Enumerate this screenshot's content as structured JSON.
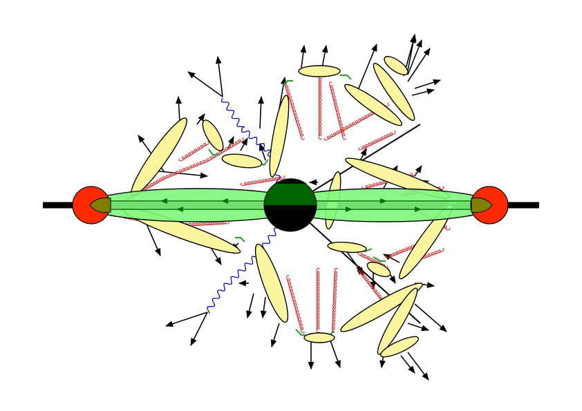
{
  "diagram": {
    "description_text": "",
    "colors": {
      "beam": "#000000",
      "hadron": "#ff2a00",
      "hard_process": "#006400",
      "parton_shower": "#7cf77c",
      "hadron_blob": "#fbf5a0",
      "gluon": "#d42020",
      "photon": "#0a10c8",
      "string": "#3a9a3a"
    },
    "icons": [
      "incoming-hadron-left",
      "incoming-hadron-right",
      "hard-scattering-blob",
      "initial-state-shower",
      "hadronization-cluster",
      "gluon-line",
      "photon-line",
      "outgoing-particle-arrow"
    ]
  }
}
